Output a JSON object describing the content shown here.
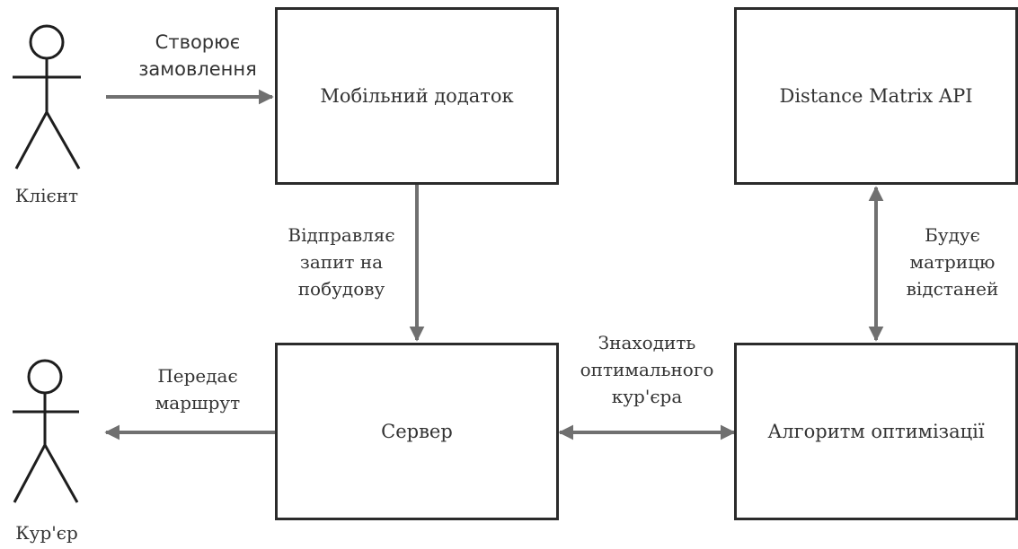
{
  "actors": {
    "client": {
      "name": "Клієнт"
    },
    "courier": {
      "name": "Кур'єр"
    }
  },
  "boxes": {
    "mobile_app": "Мобільний додаток",
    "distance_matrix_api": "Distance Matrix API",
    "server": "Сервер",
    "optimization_algorithm": "Алгоритм оптимізації"
  },
  "edges": {
    "client_to_app": "Створює\nзамовлення",
    "app_to_server": "Відправляє\nзапит на\nпобудову",
    "api_algorithm": "Будує\nматрицю\nвідстаней",
    "server_algorithm": "Знаходить\nоптимального\nкур'єра",
    "server_to_courier": "Передає\nмаршрут"
  },
  "colors": {
    "box_border": "#2b2b2b",
    "arrow": "#707070",
    "text": "#333333",
    "actor": "#1e1e1e"
  }
}
